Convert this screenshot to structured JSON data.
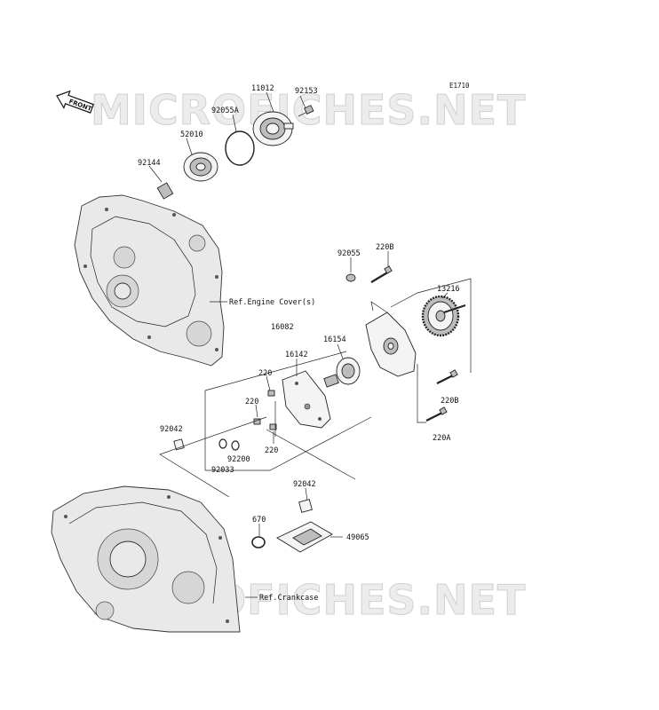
{
  "diagram": {
    "code": "E1710",
    "watermark": "MICROFICHES.NET",
    "front_label": "FRONT",
    "part_numbers": {
      "p11012": "11012",
      "p92153": "92153",
      "p92055A": "92055A",
      "p52010": "52010",
      "p92144": "92144",
      "p92055": "92055",
      "p220B_top": "220B",
      "p13216": "13216",
      "p16082": "16082",
      "p16154": "16154",
      "p16142": "16142",
      "p220_a": "220",
      "p220_b": "220",
      "p220_c": "220",
      "p220B_bot": "220B",
      "p220A": "220A",
      "p92042_left": "92042",
      "p92200": "92200",
      "p92033": "92033",
      "p92042_right": "92042",
      "p670": "670",
      "p49065": "49065"
    },
    "references": {
      "engine_cover": "Ref.Engine Cover(s)",
      "crankcase": "Ref.Crankcase"
    }
  }
}
